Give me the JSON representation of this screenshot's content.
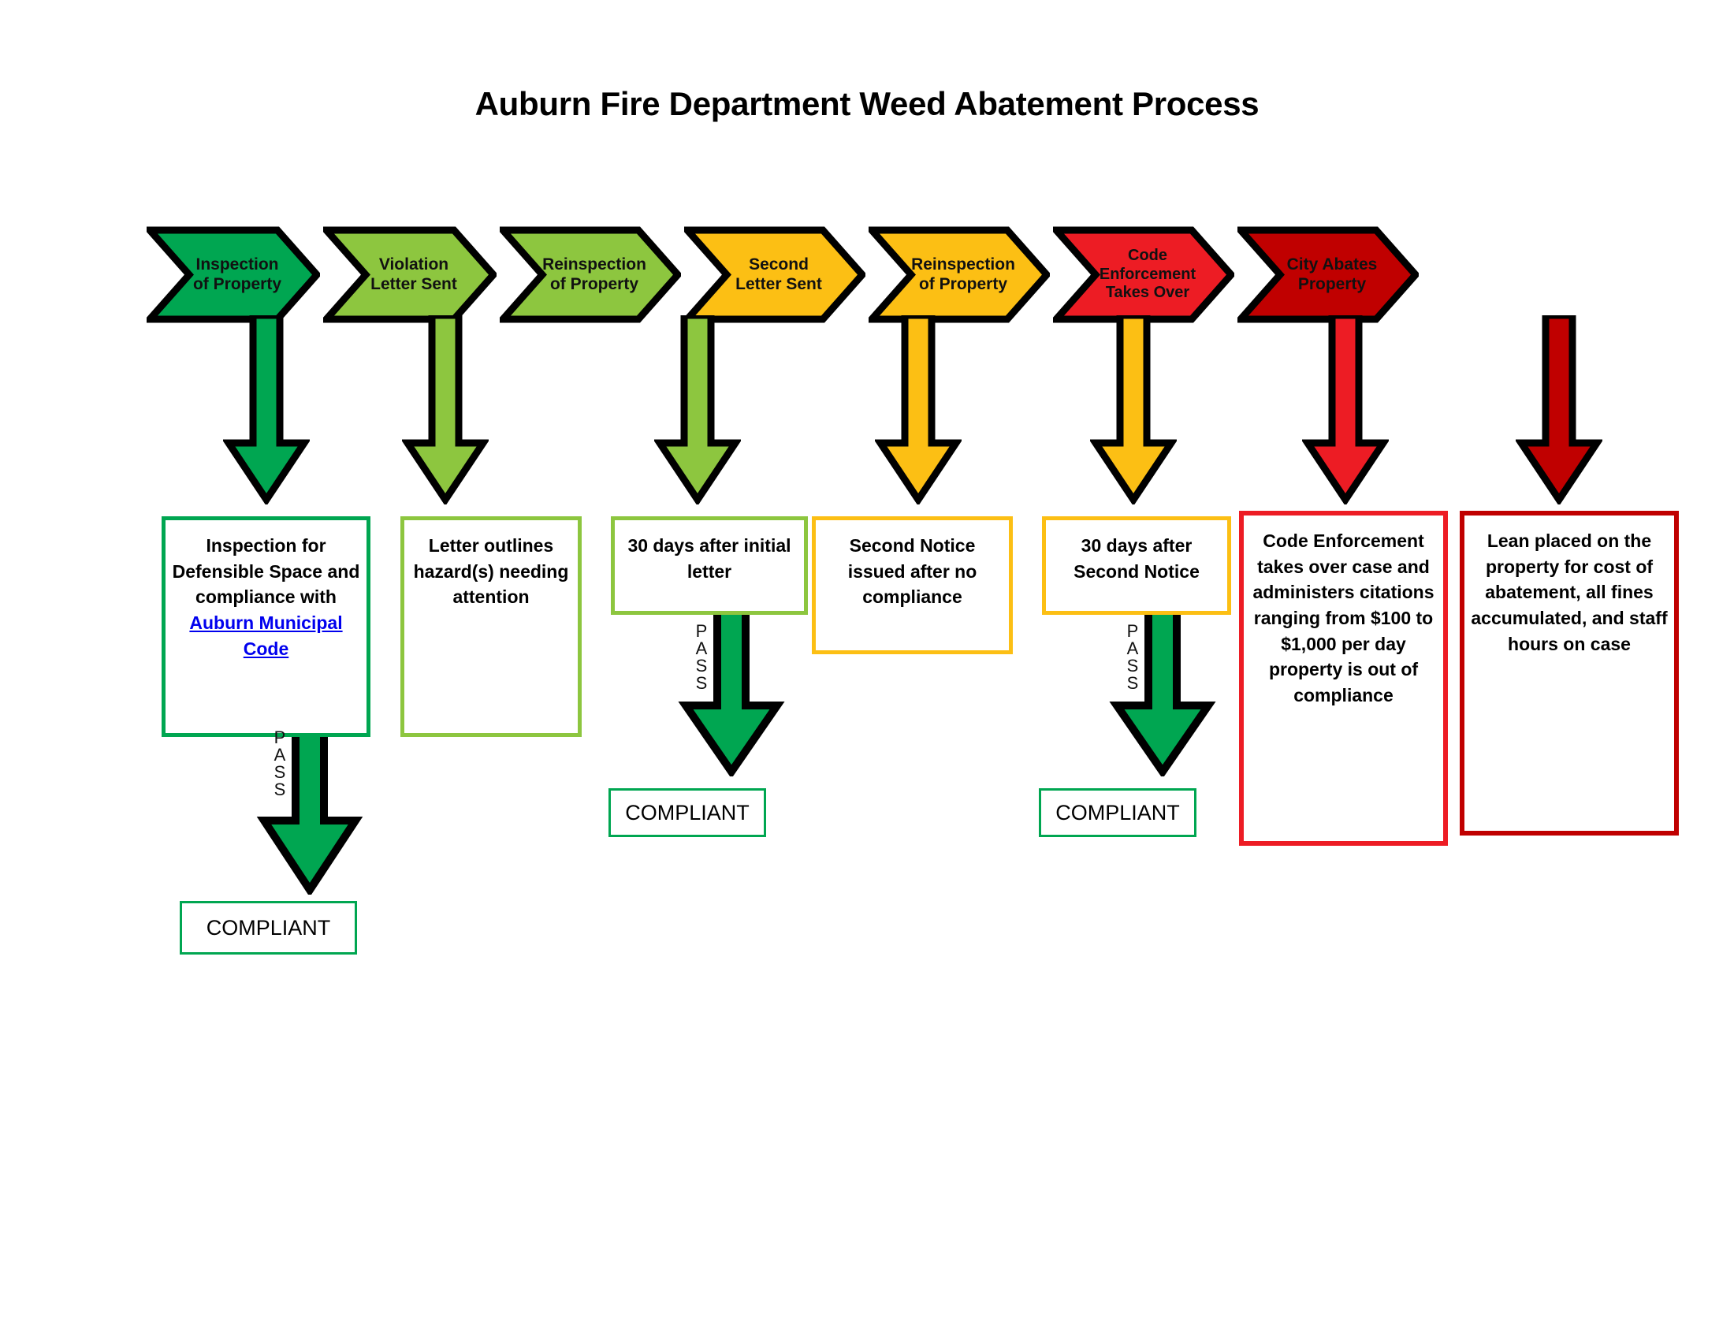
{
  "title": "Auburn Fire Department Weed Abatement Process",
  "colors": {
    "green_dark": "#00A651",
    "green_light": "#8DC63F",
    "amber": "#FCBF14",
    "red_bright": "#ED1C24",
    "red_dark": "#C00000",
    "link_blue": "#0000EE",
    "outline_black": "#000000",
    "page_background": "#FFFFFF"
  },
  "stages": [
    {
      "id": "inspection-of-property",
      "chevron_label": "Inspection\nof Property",
      "color": "#00A651",
      "detail": {
        "id": "inspection-detail",
        "text_before_link": "Inspection for Defensible Space and compliance with ",
        "link_text": "Auburn Municipal Code",
        "border_color": "#00A651"
      },
      "pass": {
        "label": "PASS",
        "outcome": "COMPLIANT"
      }
    },
    {
      "id": "violation-letter-sent",
      "chevron_label": "Violation\nLetter Sent",
      "color": "#8DC63F",
      "detail": {
        "id": "violation-detail",
        "text": "Letter outlines hazard(s) needing attention",
        "border_color": "#8DC63F"
      },
      "pass": null
    },
    {
      "id": "reinspection-of-property-1",
      "chevron_label": "Reinspection\nof Property",
      "color": "#8DC63F",
      "detail": {
        "id": "reinspection-1-detail",
        "text": "30 days after initial letter",
        "border_color": "#8DC63F"
      },
      "pass": {
        "label": "PASS",
        "outcome": "COMPLIANT"
      }
    },
    {
      "id": "second-letter-sent",
      "chevron_label": "Second\nLetter Sent",
      "color": "#FCBF14",
      "detail": {
        "id": "second-letter-detail",
        "text": "Second Notice issued after no compliance",
        "border_color": "#FCBF14"
      },
      "pass": null
    },
    {
      "id": "reinspection-of-property-2",
      "chevron_label": "Reinspection\nof Property",
      "color": "#FCBF14",
      "detail": {
        "id": "reinspection-2-detail",
        "text": "30 days after Second Notice",
        "border_color": "#FCBF14"
      },
      "pass": {
        "label": "PASS",
        "outcome": "COMPLIANT"
      }
    },
    {
      "id": "code-enforcement-takes-over",
      "chevron_label": "Code\nEnforcement\nTakes Over",
      "color": "#ED1C24",
      "detail": {
        "id": "code-enforcement-detail",
        "text": "Code Enforcement takes over case and administers citations ranging from $100 to $1,000 per day property is out of compliance",
        "border_color": "#ED1C24"
      },
      "pass": null
    },
    {
      "id": "city-abates-property",
      "chevron_label": "City Abates\nProperty",
      "color": "#C00000",
      "detail": {
        "id": "city-abates-detail",
        "text": "Lean placed on the property for cost of abatement, all fines accumulated, and staff hours on case",
        "border_color": "#C00000"
      },
      "pass": null
    }
  ],
  "labels": {
    "pass": "PASS",
    "compliant": "COMPLIANT"
  },
  "chart_data": {
    "type": "flowchart",
    "title": "Auburn Fire Department Weed Abatement Process",
    "orientation": "horizontal-chevron-pipeline",
    "steps": 7,
    "branch_outcomes": 3
  }
}
